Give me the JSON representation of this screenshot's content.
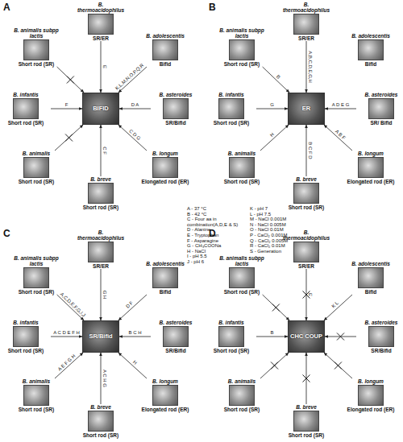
{
  "diagram": {
    "nodes": [
      {
        "text": [
          "BIFID"
        ]
      },
      {
        "text": [
          "B. thermoacidophilus",
          "SR/ER"
        ]
      },
      {
        "text": [
          "B. adolescentis",
          "Bifid"
        ]
      },
      {
        "text": [
          "B. asteroides",
          "SR/Bifid"
        ]
      },
      {
        "text": [
          "B. longum",
          "Elongated rod (ER)"
        ]
      },
      {
        "text": [
          "B. breve",
          "Short rod (SR)"
        ]
      },
      {
        "text": [
          "B. animalis",
          "Short rod (SR)"
        ]
      },
      {
        "text": [
          "B. infantis",
          "Short rod (SR)"
        ]
      },
      {
        "text": [
          "B. animalis subpp lactis",
          "Short rod (SR)"
        ]
      },
      {
        "text": [
          "ER"
        ]
      },
      {
        "text": [
          "B. thermoacidophilus",
          "SR/ER"
        ]
      },
      {
        "text": [
          "B. adolescentis",
          "Bifid"
        ]
      },
      {
        "text": [
          "B. asteroides",
          "SR/ Bifid"
        ]
      },
      {
        "text": [
          "B. longum",
          "Elongated rod (ER)"
        ]
      },
      {
        "text": [
          "B. breve",
          "Short rod (SR)"
        ]
      },
      {
        "text": [
          "B. animalis",
          "Short rod (SR)"
        ]
      },
      {
        "text": [
          "B. infantis",
          "Short rod (SR)"
        ]
      },
      {
        "text": [
          "B. animalis subpp lactis",
          "Short rod (SR)"
        ]
      },
      {
        "text": [
          "SR/Bifid"
        ]
      },
      {
        "text": [
          "B. thermoacidophilus",
          "SR/ER"
        ]
      },
      {
        "text": [
          "B. adolescentis",
          "Bifid"
        ]
      },
      {
        "text": [
          "B. asteroides",
          "SR/Bifid"
        ]
      },
      {
        "text": [
          "B. longum",
          "Elongated rod (ER)"
        ]
      },
      {
        "text": [
          "B. breve",
          "Short rod (SR)"
        ]
      },
      {
        "text": [
          "B. animalis",
          "Short rod (SR)"
        ]
      },
      {
        "text": [
          "B. infantis",
          "Short rod (SR)"
        ]
      },
      {
        "text": [
          "B. animalis subpp lactis",
          "Short rod (SR)"
        ]
      },
      {
        "text": [
          "CHC COUP"
        ]
      },
      {
        "text": [
          "B. thermoacidophilus",
          "SR/ER"
        ]
      },
      {
        "text": [
          "B. adolescentis",
          "Bifid"
        ]
      },
      {
        "text": [
          "B. asteroides",
          "SR/Bifid"
        ]
      },
      {
        "text": [
          "B. longum",
          "Elongated rod (ER)"
        ]
      },
      {
        "text": [
          "B. breve",
          "Short rod (SR)"
        ]
      },
      {
        "text": [
          "B. animalis",
          "Short rod (SR)"
        ]
      },
      {
        "text": [
          "B. infantis",
          "Short rod (SR)"
        ]
      },
      {
        "text": [
          "B. animalis subpp lactis",
          "Short rod (SR)"
        ]
      }
    ],
    "edges": [
      {
        "from": 1,
        "to": 0,
        "arrow": "to",
        "label": "E"
      },
      {
        "from": 2,
        "to": 0,
        "arrow": "to",
        "label": "K,L,M,N,O,P,Q,R"
      },
      {
        "from": 3,
        "to": 0,
        "arrow": "to",
        "label": "D A"
      },
      {
        "from": 4,
        "to": 0,
        "arrow": "to",
        "label": "C D G"
      },
      {
        "from": 5,
        "to": 0,
        "arrow": "to",
        "label": "C F"
      },
      {
        "from": 6,
        "to": 0,
        "arrow": "to"
      },
      {
        "from": 7,
        "to": 0,
        "arrow": "to",
        "label": "F"
      },
      {
        "from": 8,
        "to": 0,
        "arrow": "to"
      },
      {
        "from": 10,
        "to": 9,
        "arrow": "to",
        "label": "A,B,C,D,E,G,H"
      },
      {
        "from": 12,
        "to": 9,
        "arrow": "to",
        "label": "A D E G"
      },
      {
        "from": 13,
        "to": 9,
        "arrow": "to",
        "label": "A B F"
      },
      {
        "from": 14,
        "to": 9,
        "arrow": "to",
        "label": "B C F D"
      },
      {
        "from": 15,
        "to": 9,
        "arrow": "to",
        "label": "H"
      },
      {
        "from": 16,
        "to": 9,
        "arrow": "to",
        "label": "G"
      },
      {
        "from": 17,
        "to": 9,
        "arrow": "to",
        "label": "B"
      },
      {
        "from": 19,
        "to": 18,
        "arrow": "to",
        "label": "G H"
      },
      {
        "from": 20,
        "to": 18,
        "arrow": "to",
        "label": "D F"
      },
      {
        "from": 21,
        "to": 18,
        "arrow": "to",
        "label": "B C H"
      },
      {
        "from": 22,
        "to": 18,
        "arrow": "to",
        "label": "H"
      },
      {
        "from": 23,
        "to": 18,
        "arrow": "to",
        "label": "A C H G"
      },
      {
        "from": 24,
        "to": 18,
        "arrow": "to",
        "label": "A E F G H"
      },
      {
        "from": 25,
        "to": 18,
        "arrow": "to",
        "label": "A C D E F H"
      },
      {
        "from": 26,
        "to": 18,
        "arrow": "to",
        "label": "A,C,D,E,F,G,I,J"
      },
      {
        "from": 28,
        "to": 27,
        "arrow": "to",
        "label": "E"
      },
      {
        "from": 29,
        "to": 27,
        "arrow": "to",
        "label": "K L"
      },
      {
        "from": 30,
        "to": 27,
        "arrow": "to"
      },
      {
        "from": 31,
        "to": 27,
        "arrow": "to"
      },
      {
        "from": 32,
        "to": 27,
        "arrow": "to"
      },
      {
        "from": 33,
        "to": 27,
        "arrow": "to"
      },
      {
        "from": 34,
        "to": 27,
        "arrow": "to",
        "label": "B"
      },
      {
        "from": 35,
        "to": 27,
        "arrow": "to"
      }
    ],
    "labels": [
      "A",
      "B",
      "C",
      "D",
      "A - 37 °C",
      "B - 42 °C",
      "C - Four aa in combination(A,D,E & S)",
      "D - Alanine",
      "E - Tryptophan",
      "F - Asparagine",
      "G - CH₃COONa",
      "H - NaCl",
      "I - pH 5.5",
      "J - pH 6",
      "K - pH 7",
      "L - pH 7.5",
      "M - NaCl 0.001M",
      "N - NaCl 0.005M",
      "O - NaCl 0.01M",
      "P - CaCl₂ 0.001M",
      "Q - CaCl₂ 0.005M",
      "R - CaCl₂ 0.01M",
      "S - Generation"
    ]
  }
}
